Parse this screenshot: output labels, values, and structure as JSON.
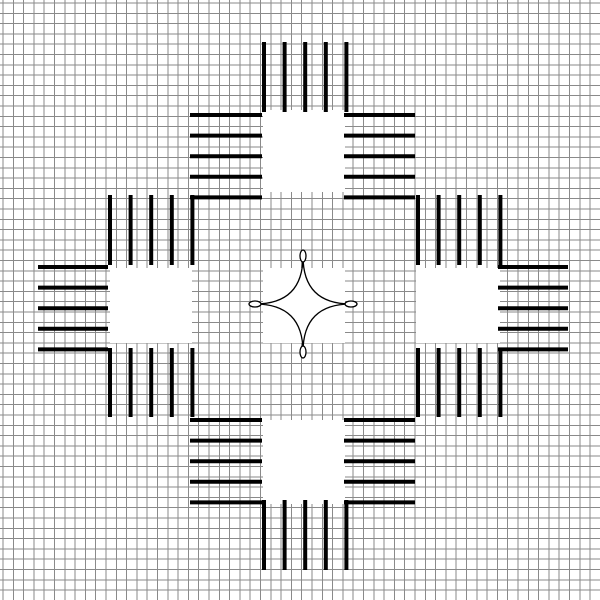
{
  "pattern": {
    "grid_color": "#8a8a8a",
    "stitch_color": "#000000",
    "background_color": "#ffffff",
    "center_motif": "four-point-star-icon",
    "blocks": [
      "top",
      "upper-left",
      "upper-right",
      "left",
      "right",
      "lower-left",
      "lower-right",
      "bottom"
    ]
  }
}
